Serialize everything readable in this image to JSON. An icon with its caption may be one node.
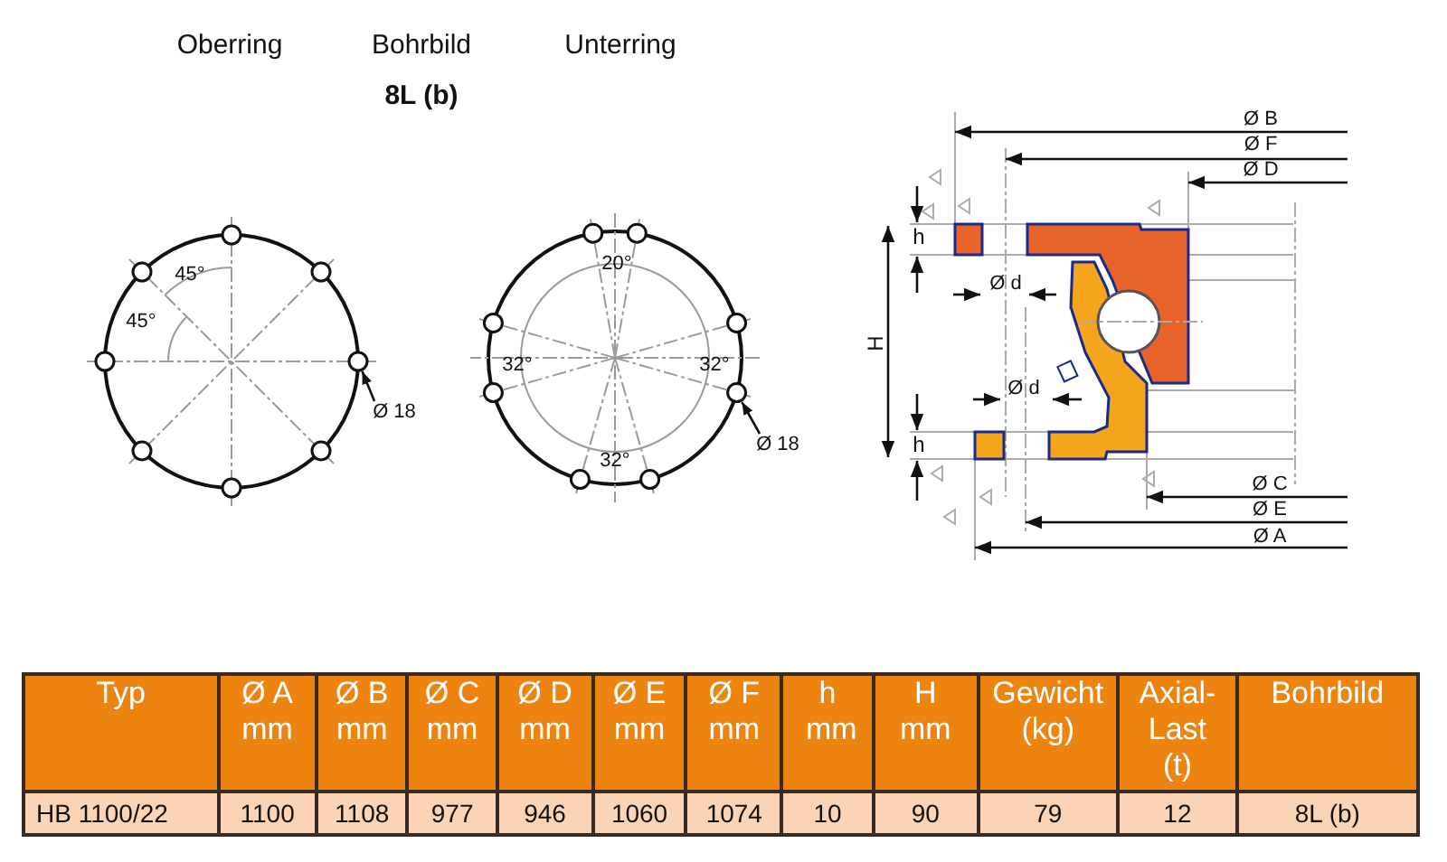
{
  "diagram": {
    "nodes": [
      {
        "text": [
          "Ø 18"
        ]
      },
      {
        "text": [],
        "shape": "circle"
      },
      {
        "text": [
          "Ø 18"
        ]
      },
      {
        "text": [],
        "shape": "circle"
      }
    ],
    "edges": [
      {
        "from": 0,
        "to": 1,
        "arrow": "to"
      },
      {
        "from": 2,
        "to": 3,
        "arrow": "to"
      }
    ],
    "labels": [
      "Oberring",
      "Bohrbild",
      "8L (b)",
      "Unterring",
      "45°",
      "45°",
      "20°",
      "32°",
      "32°",
      "32°",
      "Ø B",
      "Ø F",
      "Ø D",
      "h",
      "Ø d",
      "H",
      "Ø d",
      "h",
      "Ø C",
      "Ø E",
      "Ø A",
      "Typ",
      "Ø A mm",
      "Ø B mm",
      "Ø C mm",
      "Ø D mm",
      "Ø E mm",
      "Ø F mm",
      "h mm",
      "H mm",
      "Gewicht (kg)",
      "Axial-Last (t)",
      "Bohrbild",
      "HB 1100/22",
      "1100",
      "1108",
      "977",
      "946",
      "1060",
      "1074",
      "10",
      "90",
      "79",
      "12",
      "8L (b)"
    ]
  }
}
